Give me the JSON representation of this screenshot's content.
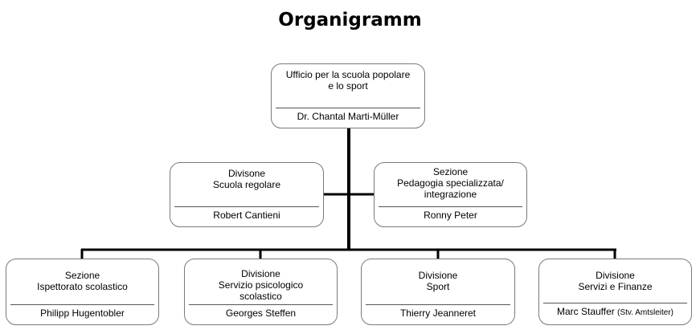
{
  "title": "Organigramm",
  "root": {
    "unit_lines": [
      "Ufficio per la scuola popolare",
      "e lo sport"
    ],
    "head": "Dr. Chantal Marti-Müller"
  },
  "staff": [
    {
      "unit_lines": [
        "Divisone",
        "Scuola regolare"
      ],
      "head": "Robert Cantieni"
    },
    {
      "unit_lines": [
        "Sezione",
        "Pedagogia specializzata/",
        "integrazione"
      ],
      "head": "Ronny Peter"
    }
  ],
  "departments": [
    {
      "unit_lines": [
        "Sezione",
        "Ispettorato scolastico"
      ],
      "head": "Philipp Hugentobler",
      "note": ""
    },
    {
      "unit_lines": [
        "Divisione",
        "Servizio psicologico",
        "scolastico"
      ],
      "head": "Georges Steffen",
      "note": ""
    },
    {
      "unit_lines": [
        "Divisione",
        "Sport"
      ],
      "head": "Thierry Jeanneret",
      "note": ""
    },
    {
      "unit_lines": [
        "Divisione",
        "Servizi e Finanze"
      ],
      "head": "Marc Stauffer",
      "note": "(Stv. Amtsleiter)"
    }
  ]
}
